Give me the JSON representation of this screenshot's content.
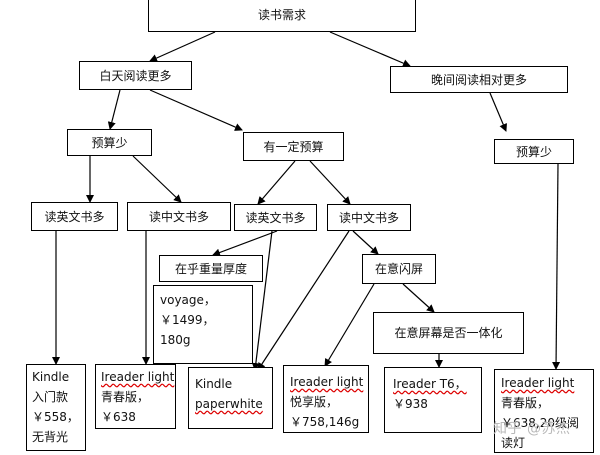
{
  "nodes": {
    "root": "读书需求",
    "day": "白天阅读更多",
    "night": "晚间阅读相对更多",
    "low_budget_left": "预算少",
    "some_budget": "有一定预算",
    "low_budget_right": "预算少",
    "english_left": "读英文书多",
    "chinese_left": "读中文书多",
    "english_mid": "读英文书多",
    "chinese_mid": "读中文书多",
    "weight": "在乎重量厚度",
    "flash": "在意闪屏",
    "flush": "在意屏幕是否一体化"
  },
  "leaves": {
    "voyage": [
      "voyage，",
      "￥1499，",
      "180g"
    ],
    "kindle_entry": [
      "Kindle",
      "入门款",
      "￥558，",
      "无背光"
    ],
    "ireader_light_left": [
      "Ireader light",
      "青春版，",
      "￥638"
    ],
    "kindle_pw": [
      "Kindle",
      "paperwhite"
    ],
    "ireader_light_enjoy": [
      "Ireader light",
      "悦享版，",
      "￥758,146g"
    ],
    "ireader_t6": [
      "Ireader T6，",
      "￥938"
    ],
    "ireader_light_right": [
      "Ireader light",
      "青春版，",
      "￥638,20级阅",
      "读灯"
    ]
  },
  "watermark": "知乎 @苏杰"
}
